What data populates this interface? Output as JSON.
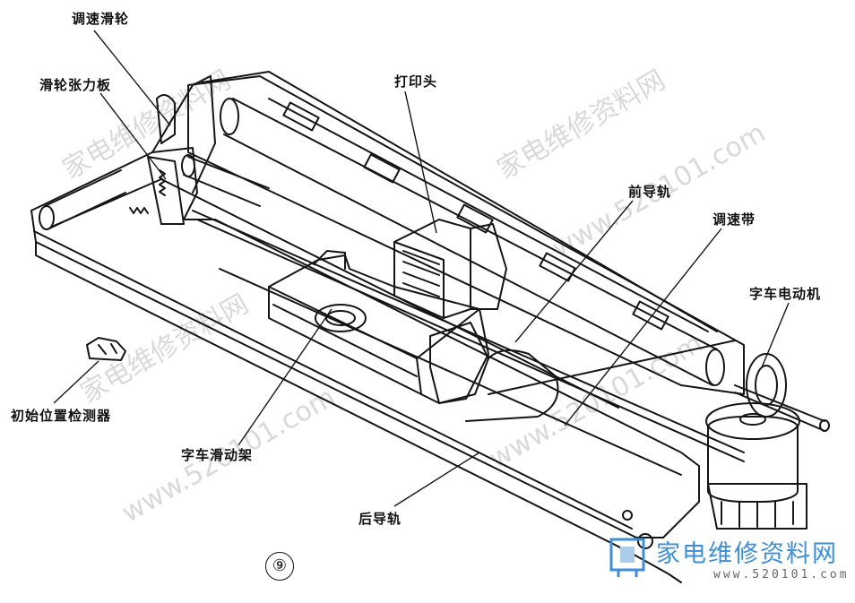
{
  "labels": {
    "pulley": "调速滑轮",
    "pulley_plate": "滑轮张力板",
    "print_head": "打印头",
    "front_rail": "前导轨",
    "belt": "调速带",
    "motor": "字车电动机",
    "home_sensor": "初始位置检测器",
    "carriage": "字车滑动架",
    "rear_rail": "后导轨"
  },
  "figure_number": "⑨",
  "watermark": {
    "text_cn": "家电维修资料网",
    "text_url": "www.520101.com"
  },
  "logo": {
    "title": "家电维修资料网",
    "url": "www.520101.com"
  }
}
